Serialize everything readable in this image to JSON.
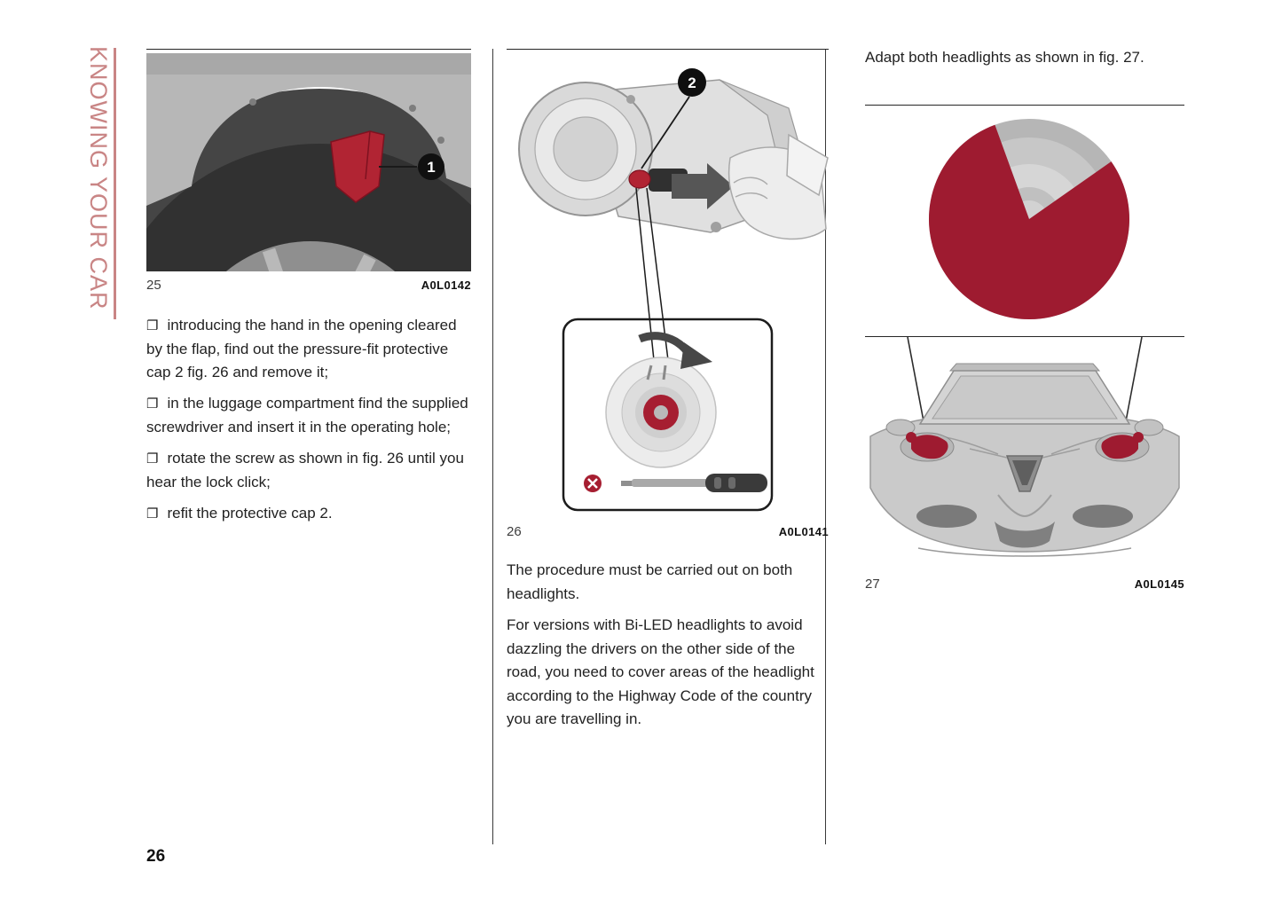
{
  "ui": {
    "bullet_glyph": "❐",
    "accent_color": "#c98585",
    "red_color": "#a61e31"
  },
  "sidebar": {
    "label": "KNOWING YOUR CAR"
  },
  "page": {
    "number": "26"
  },
  "col1": {
    "figure": {
      "label": "25",
      "code": "A0L0142",
      "callout": "1"
    },
    "bullets": [
      {
        "text": "introducing the hand in the opening cleared by the flap, find out the pressure-fit protective cap 2 fig. 26 and remove it;"
      },
      {
        "text": "in the luggage compartment find the supplied screwdriver and insert it in the operating hole;"
      },
      {
        "text": "rotate the screw as shown in fig. 26 until you hear the lock click;"
      },
      {
        "text": "refit the protective cap 2."
      }
    ]
  },
  "col2": {
    "figure": {
      "label": "26",
      "code": "A0L0141",
      "callout": "2"
    },
    "paragraphs": [
      {
        "text": "The procedure must be carried out on both headlights."
      },
      {
        "text": "For versions with Bi-LED headlights to avoid dazzling the drivers on the other side of the road, you need to cover areas of the headlight according to the Highway Code of the country you are travelling in."
      }
    ]
  },
  "col3": {
    "intro": "Adapt both headlights as shown in fig. 27.",
    "figure": {
      "label": "27",
      "code": "A0L0145"
    }
  }
}
